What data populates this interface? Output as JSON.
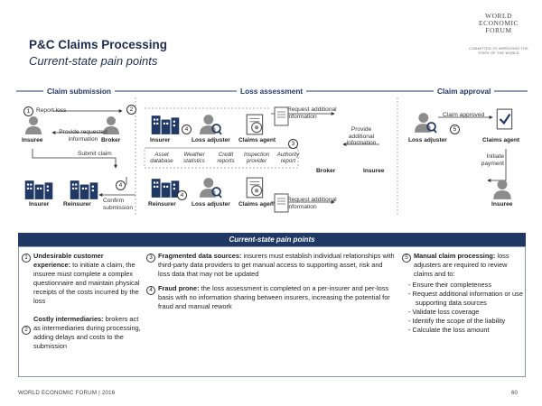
{
  "header": {
    "title": "P&C Claims Processing",
    "subtitle": "Current-state pain points",
    "logo_lines": [
      "WORLD",
      "ECONOMIC",
      "FORUM"
    ],
    "logo_tagline": "COMMITTED TO IMPROVING THE STATE OF THE WORLD"
  },
  "lanes": {
    "submission": "Claim submission",
    "assessment": "Loss assessment",
    "approval": "Claim approval"
  },
  "submission": {
    "report_loss": "Report loss",
    "provide_requested_information": "Provide requested information",
    "submit_claim": "Submit claim",
    "confirm_submission": "Confirm submission",
    "actors": {
      "insuree_top": "Insuree",
      "broker_top": "Broker",
      "insurer_bottom": "Insurer",
      "reinsurer_bottom": "Reinsurer"
    },
    "step_numbers": [
      "1",
      "2",
      "4"
    ]
  },
  "assessment": {
    "actors_top": [
      "Insurer",
      "Loss adjuster",
      "Claims agent"
    ],
    "actors_bottom": [
      "Reinsurer",
      "Loss adjuster",
      "Claims agent"
    ],
    "actors_mid": [
      "Broker",
      "Insuree"
    ],
    "data_sources": [
      "Asset database",
      "Weather statistics",
      "Credit reports",
      "Inspection provider",
      "Authority report"
    ],
    "request_top": "Request additional information",
    "provide_additional": "Provide additional information",
    "request_bottom": "Request additional information",
    "step_numbers": [
      "4",
      "3",
      "4"
    ]
  },
  "approval": {
    "claim_approved": "Claim approved",
    "initiate_payment": "Initiate payment",
    "actors": [
      "Loss adjuster",
      "Claims agent",
      "Insuree"
    ],
    "step_number": "5"
  },
  "pain_points": {
    "banner": "Current-state pain points",
    "p1_num": "1",
    "p1_title": "Undesirable customer experience:",
    "p1_text": "to initiate a claim, the insuree must complete a complex questionnaire and maintain physical receipts of the costs incurred by the loss",
    "p2_title": "Costly intermediaries:",
    "p2_num": "2",
    "p2_text": "brokers act as intermediaries during processing, adding delays and costs to the submission",
    "p3_num": "3",
    "p3_title": "Fragmented data sources:",
    "p3_text": "insurers must establish individual relationships with third-party data providers to get manual access to supporting asset, risk and loss data that may not be updated",
    "p4_num": "4",
    "p4_title": "Fraud prone:",
    "p4_text": "the loss assessment is completed on a per-insurer and per-loss basis with no information sharing between insurers, increasing the potential for fraud and manual rework",
    "p5_num": "5",
    "p5_title": "Manual claim processing:",
    "p5_text": "loss adjusters are required to review claims and to:",
    "p5_bullets": [
      "Ensure their completeness",
      "Request additional information or use supporting data sources",
      "Validate loss coverage",
      "Identify the scope of the liability",
      "Calculate the loss amount"
    ]
  },
  "footer": {
    "left": "WORLD ECONOMIC FORUM | 2016",
    "page": "60"
  },
  "colors": {
    "navy": "#1f3864",
    "icon_fill": "#1f3864",
    "gray_icon": "#8c8c8c"
  }
}
